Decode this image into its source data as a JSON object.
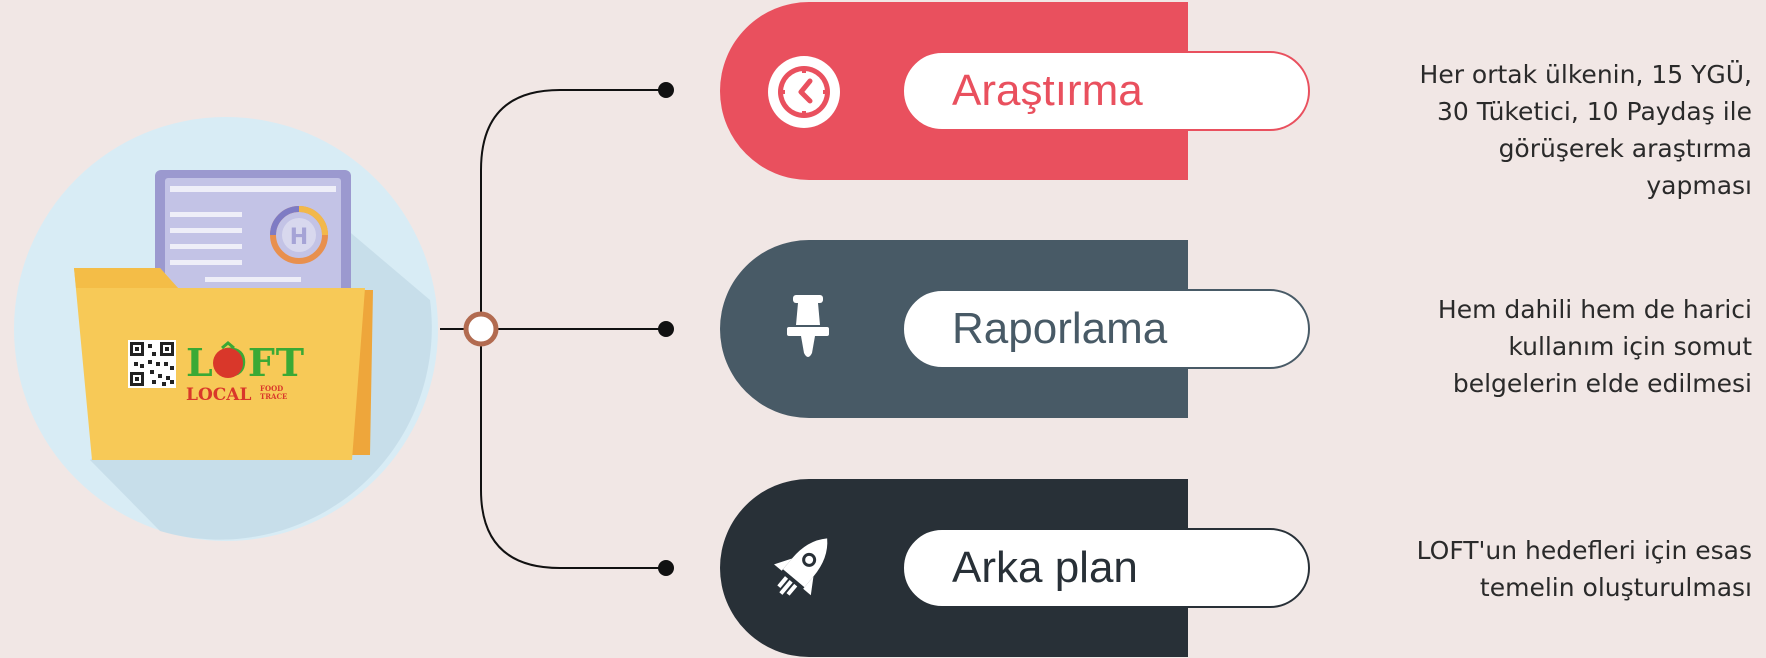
{
  "steps": [
    {
      "title": "Araştırma",
      "icon": "clock-icon",
      "color": "#e9505e",
      "description": "Her ortak ülkenin, 15 YGÜ,\n30 Tüketici, 10 Paydaş ile\ngörüşerek araştırma\nyapması"
    },
    {
      "title": "Raporlama",
      "icon": "pushpin-icon",
      "color": "#485a66",
      "description": "Hem dahili hem de harici\nkullanım için somut\nbelgelerin elde edilmesi"
    },
    {
      "title": "Arka plan",
      "icon": "rocket-icon",
      "color": "#283037",
      "description": "LOFT'un hedefleri için esas\ntemelin oluşturulması"
    }
  ],
  "illustration": {
    "icon": "folder-icon",
    "logo": {
      "brand": "LOFT",
      "line2": "LOCAL",
      "food": "FOOD",
      "trace": "TRACE"
    },
    "document_badge_letter": "H"
  },
  "colors": {
    "background": "#f1e7e5",
    "circle": "#d7ecf4",
    "folder": "#f7c957",
    "connector": "#111111",
    "hub_ring": "#b26b50"
  }
}
